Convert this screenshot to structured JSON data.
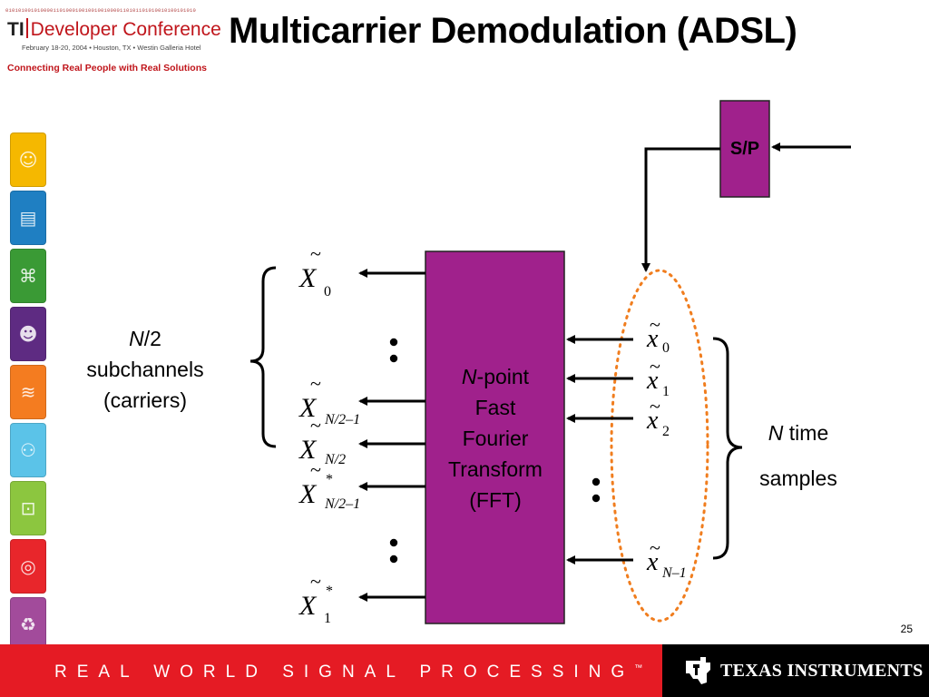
{
  "header": {
    "binary_strip": "010101001010000110100010010010010000110101101010010100101010",
    "logo_ti": "TI",
    "logo_conference": "Developer Conference",
    "logo_date": "February 18-20, 2004 • Houston, TX • Westin Galleria Hotel",
    "logo_tagline": "Connecting Real People with Real Solutions",
    "title": "Multicarrier Demodulation (ADSL)"
  },
  "sidebar": {
    "icons": [
      {
        "name": "head-icon",
        "color": "#f5b800"
      },
      {
        "name": "documents-icon",
        "color": "#1f7fc2"
      },
      {
        "name": "network-head-icon",
        "color": "#3a9a35"
      },
      {
        "name": "profile-head-icon",
        "color": "#5e2b82"
      },
      {
        "name": "signal-head-icon",
        "color": "#f47c20"
      },
      {
        "name": "connect-icon",
        "color": "#5bc3e8"
      },
      {
        "name": "lock-icon",
        "color": "#8cc63f"
      },
      {
        "name": "wireless-icon",
        "color": "#e8262b"
      },
      {
        "name": "recycle-icon",
        "color": "#a24b9b"
      }
    ]
  },
  "diagram": {
    "sp_label": "S/P",
    "fft_label_lines": [
      "N-point",
      "Fast",
      "Fourier",
      "Transform",
      "(FFT)"
    ],
    "left_brace_label": [
      "N/2",
      "subchannels",
      "(carriers)"
    ],
    "right_brace_label": [
      "N time",
      "samples"
    ],
    "outputs": [
      {
        "sym": "X",
        "sub": "0",
        "sup": ""
      },
      {
        "sym": "X",
        "sub": "N/2–1",
        "sup": ""
      },
      {
        "sym": "X",
        "sub": "N/2",
        "sup": ""
      },
      {
        "sym": "X",
        "sub": "N/2–1",
        "sup": "*"
      },
      {
        "sym": "X",
        "sub": "1",
        "sup": "*"
      }
    ],
    "inputs": [
      {
        "sym": "x",
        "sub": "0"
      },
      {
        "sym": "x",
        "sub": "1"
      },
      {
        "sym": "x",
        "sub": "2"
      },
      {
        "sym": "x",
        "sub": "N–1"
      }
    ],
    "colors": {
      "block": "#a0218c",
      "dotted": "#f07d1e"
    }
  },
  "page_number": "25",
  "footer": {
    "tagline": "REAL WORLD SIGNAL PROCESSING",
    "tm": "™",
    "company": "TEXAS INSTRUMENTS"
  }
}
